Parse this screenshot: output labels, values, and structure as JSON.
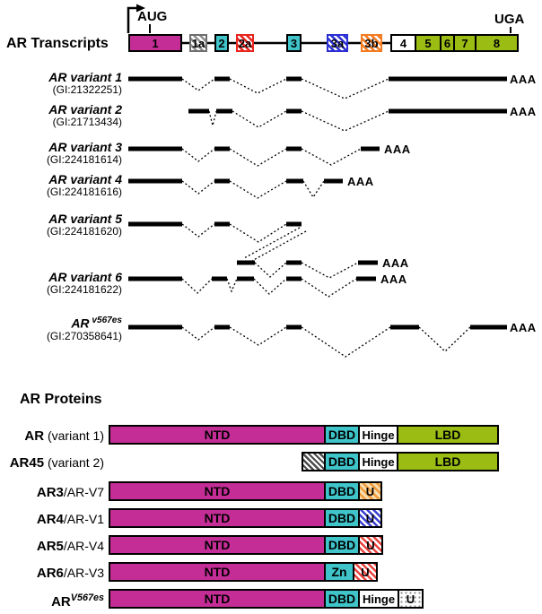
{
  "colors": {
    "magenta": "#c42d96",
    "teal": "#3fc4ca",
    "green": "#9abc13",
    "hatch_red": "#e8251f",
    "hatch_blue": "#2b2fd4",
    "hatch_orange": "#f47b20",
    "hatch_gray": "#8f8f8f"
  },
  "transcripts": {
    "title": "AR Transcripts",
    "start_codon": "AUG",
    "stop_codon": "UGA",
    "exons": [
      {
        "label": "1"
      },
      {
        "label": "1a"
      },
      {
        "label": "2"
      },
      {
        "label": "2a"
      },
      {
        "label": "3"
      },
      {
        "label": "3a"
      },
      {
        "label": "3b"
      },
      {
        "label": "4"
      },
      {
        "label": "5"
      },
      {
        "label": "6"
      },
      {
        "label": "7"
      },
      {
        "label": "8"
      }
    ],
    "variants": [
      {
        "name": "AR variant 1",
        "gi": "(GI:21322251)",
        "polya": "AAA"
      },
      {
        "name": "AR variant 2",
        "gi": "(GI:21713434)",
        "polya": "AAA"
      },
      {
        "name": "AR variant 3",
        "gi": "(GI:224181614)",
        "polya": "AAA"
      },
      {
        "name": "AR variant 4",
        "gi": "(GI:224181616)",
        "polya": "AAA"
      },
      {
        "name": "AR variant 5",
        "gi": "(GI:224181620)",
        "polya": "AAA"
      },
      {
        "name": "AR variant 6",
        "gi": "(GI:224181622)",
        "polya": "AAA"
      },
      {
        "name_base": "AR",
        "name_sup": "v567es",
        "gi": "(GI:270358641)",
        "polya": "AAA"
      }
    ]
  },
  "proteins": {
    "title": "AR Proteins",
    "rows": [
      {
        "name_bold": "AR",
        "name_rest": " (variant 1)",
        "ntd": "NTD",
        "dbd": "DBD",
        "hinge": "Hinge",
        "lbd": "LBD"
      },
      {
        "name_bold": "AR45",
        "name_rest": " (variant 2)",
        "dbd": "DBD",
        "hinge": "Hinge",
        "lbd": "LBD"
      },
      {
        "name_bold": "AR3",
        "name_rest": "/AR-V7",
        "ntd": "NTD",
        "dbd": "DBD",
        "u": "U"
      },
      {
        "name_bold": "AR4",
        "name_rest": "/AR-V1",
        "ntd": "NTD",
        "dbd": "DBD",
        "u": "U"
      },
      {
        "name_bold": "AR5",
        "name_rest": "/AR-V4",
        "ntd": "NTD",
        "dbd": "DBD",
        "u": "U"
      },
      {
        "name_bold": "AR6",
        "name_rest": "/AR-V3",
        "ntd": "NTD",
        "zn": "Zn",
        "u": "U"
      },
      {
        "name_bold": "AR",
        "name_sup": "V567es",
        "ntd": "NTD",
        "dbd": "DBD",
        "hinge": "Hinge",
        "u": "U"
      }
    ]
  }
}
